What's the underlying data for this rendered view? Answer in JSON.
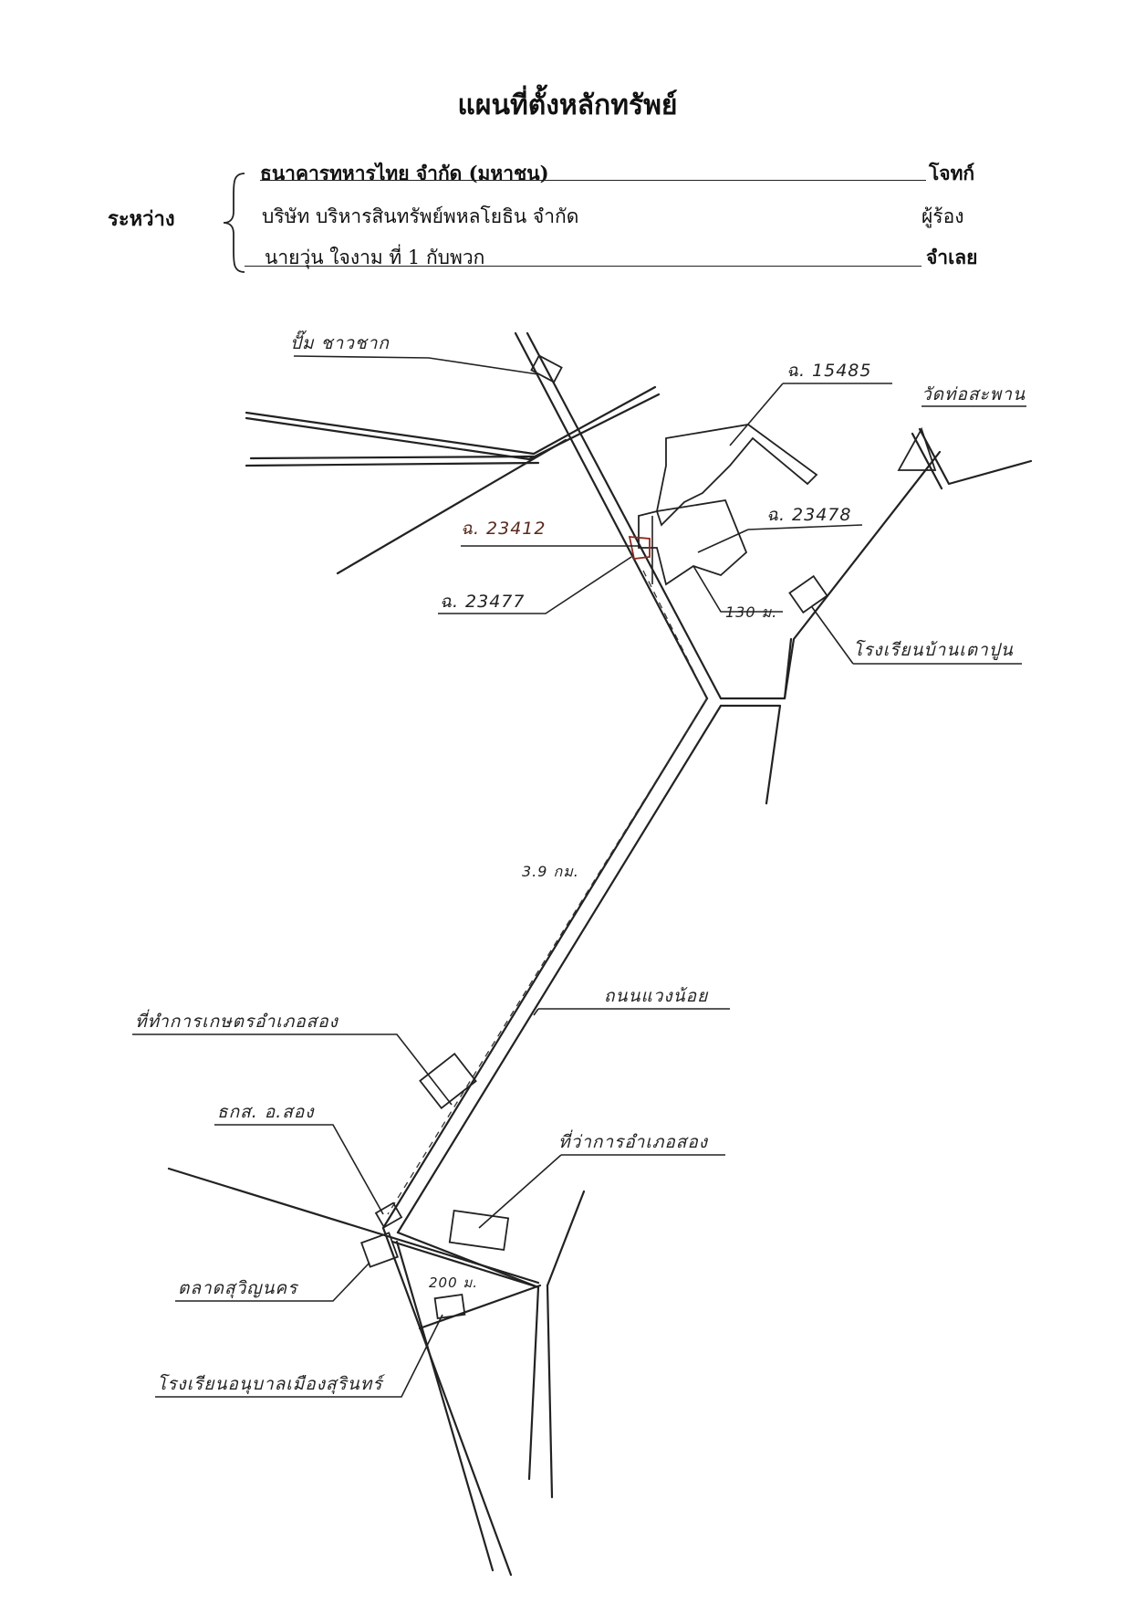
{
  "title": "แผนที่ตั้งหลักทรัพย์",
  "between_label": "ระหว่าง",
  "parties": [
    {
      "name": "ธนาคารทหารไทย จำกัด (มหาชน)",
      "role": "โจทก์"
    },
    {
      "name": "บริษัท บริหารสินทรัพย์พหลโยธิน จำกัด",
      "role": "ผู้ร้อง"
    },
    {
      "name": "นายวุ่น ใจงาม ที่ 1 กับพวก",
      "role": "จำเลย"
    }
  ],
  "map_labels": {
    "top_left_canal": "ปั๊ม ชาวชาก",
    "plot_15485": "ฉ. 15485",
    "temple": "วัดท่อสะพาน",
    "plot_23412": "ฉ. 23412",
    "plot_23478": "ฉ. 23478",
    "plot_23477": "ฉ. 23477",
    "distance_130m": "130 ม.",
    "school_top": "โรงเรียนบ้านเตาปูน",
    "distance_39km": "3.9 กม.",
    "main_road": "ถนนแวงน้อย",
    "hospital": "ที่ทำการเกษตรอำเภอสอง",
    "bank_station": "ธกส. อ.สอง",
    "district_office": "ที่ว่าการอำเภอสอง",
    "market": "ตลาดสุวิญนคร",
    "distance_200m": "200 ม.",
    "school_bottom": "โรงเรียนอนุบาลเมืองสุรินทร์"
  }
}
